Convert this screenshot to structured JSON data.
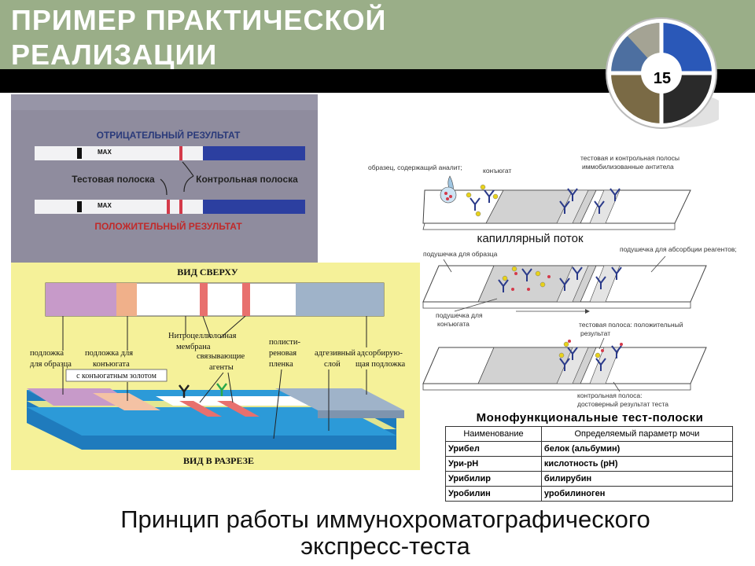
{
  "slide": {
    "title_line1": "ПРИМЕР ПРАКТИЧЕСКОЙ",
    "title_line2": "РЕАЛИЗАЦИИ",
    "page_number": "15",
    "caption_line1": "Принцип работы иммунохроматографического",
    "caption_line2": "экспресс-теста"
  },
  "photo": {
    "negative": "ОТРИЦАТЕЛЬНЫЙ РЕЗУЛЬТАТ",
    "positive": "ПОЛОЖИТЕЛЬНЫЙ РЕЗУЛЬТАТ",
    "test_strip": "Тестовая полоска",
    "control_strip": "Контрольная полоска",
    "max": "MAX"
  },
  "diagram": {
    "top_view": "ВИД СВЕРХУ",
    "section_view": "ВИД В РАЗРЕЗЕ",
    "nitro_1": "Нитроцеллюлозная",
    "nitro_2": "мембрана",
    "sample_pad_1": "подложка",
    "sample_pad_2": "для образца",
    "conj_pad_1": "подложка для",
    "conj_pad_2": "конъюгата",
    "conj_pad_3": "с конъюгатным золотом",
    "agents_1": "связывающие",
    "agents_2": "агенты",
    "film_1": "полисти-",
    "film_2": "реновая",
    "film_3": "пленка",
    "adh_1": "адгезивный",
    "adh_2": "слой",
    "abs_1": "адсорбирую-",
    "abs_2": "щая подложка"
  },
  "flow": {
    "analyte": "образец, содержащий аналит;",
    "conjugate": "конъюгат",
    "bands_1": "тестовая и контрольная полосы",
    "bands_2": "иммобилизованные антитела",
    "capillary": "капиллярный поток",
    "sample_pad": "подушечка для образца",
    "absorb_pad": "подушечка для абсорбции реагентов;",
    "conj_pad_1": "подушечка для",
    "conj_pad_2": "конъюгата",
    "test_pos_1": "тестовая полоса: положительный",
    "test_pos_2": "результат",
    "control_1": "контрольная полоса:",
    "control_2": "достоверный результат теста"
  },
  "table": {
    "title": "Монофункциональные тест-полоски",
    "headers": [
      "Наименование",
      "Определяемый параметр мочи"
    ],
    "rows": [
      [
        "Урибел",
        "белок (альбумин)"
      ],
      [
        "Ури-pH",
        "кислотность (pH)"
      ],
      [
        "Урибилир",
        "билирубин"
      ],
      [
        "Уробилин",
        "уробилиноген"
      ]
    ]
  }
}
